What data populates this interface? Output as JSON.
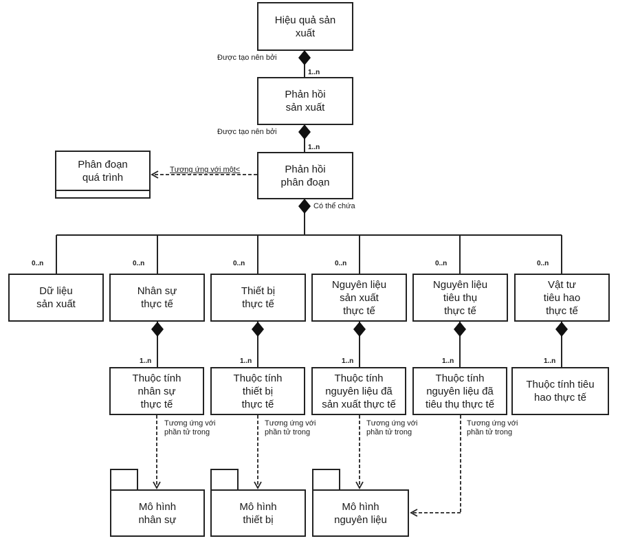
{
  "diagram": {
    "top": {
      "efficiency": "Hiệu quả sản\nxuất",
      "response": "Phản hồi\nsản xuất",
      "segment_response": "Phản hồi\nphân đoạn",
      "process_segment": "Phân đoạn\nquá trình"
    },
    "relations": {
      "made_by_1": "Được tạo nên bởi",
      "made_by_2": "Được tạo nên bởi",
      "corresponds_to_one": "Tương ứng với một<",
      "may_contain": "Có thể chứa",
      "corresponds_element": "Tương ứng với\nphần tử trong"
    },
    "multiplicity": {
      "one_n": "1..n",
      "zero_n": "0..n"
    },
    "children": [
      {
        "label": "Dữ liệu\nsản xuất",
        "attribute": null
      },
      {
        "label": "Nhân sự\nthực tế",
        "attribute": "Thuộc tính\nnhân sự\nthực tế"
      },
      {
        "label": "Thiết bị\nthực tế",
        "attribute": "Thuộc tính\nthiết bị\nthực tế"
      },
      {
        "label": "Nguyên liệu\nsản xuất\nthực tế",
        "attribute": "Thuộc tính\nnguyên liệu đã\nsản xuất thực tế"
      },
      {
        "label": "Nguyên liệu\ntiêu thụ\nthực tế",
        "attribute": "Thuộc tính\nnguyên liệu đã\ntiêu thụ thực tế"
      },
      {
        "label": "Vật tư\ntiêu hao\nthực tế",
        "attribute": "Thuộc tính tiêu\nhao thực tế"
      }
    ],
    "packages": [
      {
        "label": "Mô hình\nnhân sự"
      },
      {
        "label": "Mô hình\nthiết bị"
      },
      {
        "label": "Mô hình\nnguyên liệu"
      }
    ]
  }
}
